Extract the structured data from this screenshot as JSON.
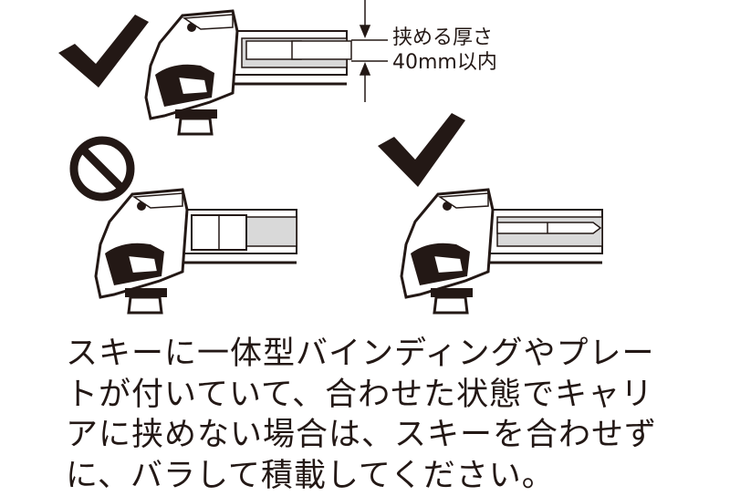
{
  "labels": {
    "thickness_title": "挟める厚さ",
    "thickness_limit": "40mm以内"
  },
  "marks": {
    "top_left": "check-icon",
    "middle_left": "prohibited-icon",
    "middle_right": "check-icon"
  },
  "instruction": {
    "text": "スキーに一体型バインディングやプレートが付いていて、合わせた状態でキャリアに挟めない場合は、スキーを合わせずに、バラして積載してください。"
  },
  "colors": {
    "ink": "#231815",
    "fill_gray": "#d9d9d9"
  }
}
